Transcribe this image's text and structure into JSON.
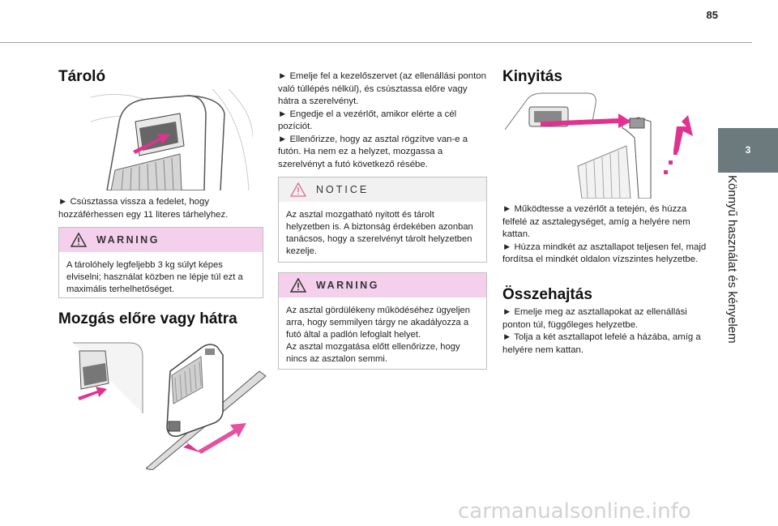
{
  "page": {
    "number": "85"
  },
  "side": {
    "chapter": "3",
    "title": "Könnyű használat és kényelem"
  },
  "col1": {
    "heading1": "Tároló",
    "text1": "► Csúsztassa vissza a fedelet, hogy hozzáférhessen egy 11 literes tárhelyhez.",
    "warning1": {
      "label": "WARNING",
      "body": "A tárolóhely legfeljebb 3 kg súlyt képes elviselni; használat közben ne lépje túl ezt a maximális terhelhetőséget."
    },
    "heading2": "Mozgás előre vagy hátra"
  },
  "col2": {
    "steps": "► Emelje fel a kezelőszervet (az ellenállási ponton való túllépés nélkül), és csúsztassa előre vagy hátra a szerelvényt.\n► Engedje el a vezérlőt, amikor elérte a cél pozíciót.\n► Ellenőrizze, hogy az asztal rögzítve van-e a futón. Ha nem ez a helyzet, mozgassa a szerelvényt a futó következő résébe.",
    "notice": {
      "label": "NOTICE",
      "body": "Az asztal mozgatható nyitott és tárolt helyzetben is. A biztonság érdekében azonban tanácsos, hogy a szerelvényt tárolt helyzetben kezelje."
    },
    "warning2": {
      "label": "WARNING",
      "body": "Az asztal gördülékeny működéséhez ügyeljen arra, hogy semmilyen tárgy ne akadályozza a futó által a padlón lefoglalt helyet.\nAz asztal mozgatása előtt ellenőrizze, hogy nincs az asztalon semmi."
    }
  },
  "col3": {
    "heading1": "Kinyitás",
    "text1": "► Működtesse a vezérlőt a tetején, és húzza felfelé az asztalegységet, amíg a helyére nem kattan.\n► Húzza mindkét az asztallapot teljesen fel, majd fordítsa el mindkét oldalon vízszintes helyzetbe.",
    "heading2": "Összehajtás",
    "text2": "► Emelje meg az asztallapokat az ellenállási ponton túl, függőleges helyzetbe.\n► Tolja a két asztallapot lefelé a házába, amíg a helyére nem kattan."
  },
  "watermark": "carmanualsonline.info",
  "colors": {
    "warning_band": "#f5d0ec",
    "notice_band": "#f1f1f1",
    "tab": "#6c7a7e",
    "arrow": "#e0338f"
  }
}
